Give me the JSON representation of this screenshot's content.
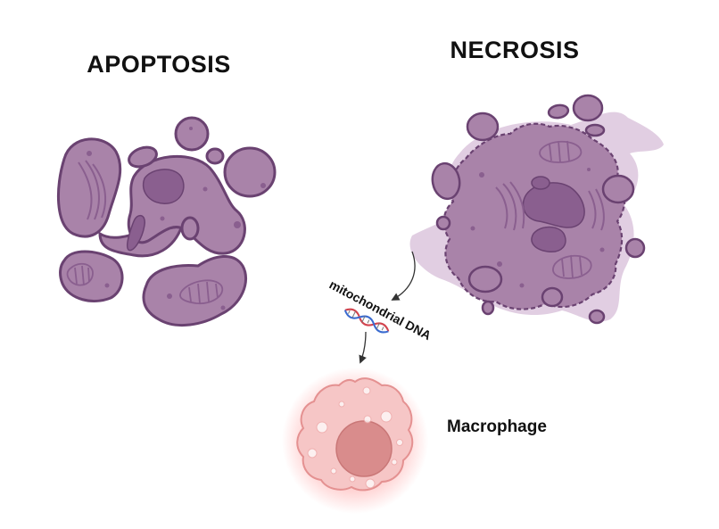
{
  "diagram": {
    "apoptosis_title": "APOPTOSIS",
    "necrosis_title": "NECROSIS",
    "mtdna_label": "mitochondrial DNA",
    "macrophage_label": "Macrophage"
  },
  "colors": {
    "cell_fill": "#a983a9",
    "cell_stroke": "#6a4271",
    "cell_dark": "#8a5f8f",
    "necrosis_halo": "#dcc6dd",
    "macrophage_fill": "#f6c6c6",
    "macrophage_stroke": "#e49191",
    "macrophage_nucleus": "#d98c8c",
    "macrophage_glow": "#ff8f8f",
    "dna_red": "#d2444e",
    "dna_blue": "#3a6bd0"
  }
}
